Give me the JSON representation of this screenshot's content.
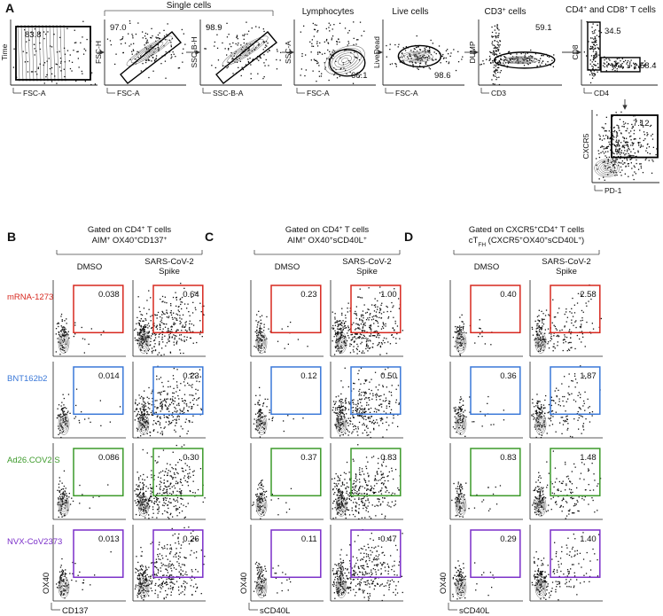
{
  "panel_a": {
    "letter": "A",
    "single_cells_label": "Single cells",
    "lymphocytes_label": "Lymphocytes",
    "live_cells_label": "Live cells",
    "cd3_label": "CD3",
    "cd3_label_sup": "+",
    "cd3_label_suffix": " cells",
    "cd4cd8_label_a": "CD4",
    "cd4cd8_label_sup1": "+",
    "cd4cd8_label_b": " and CD8",
    "cd4cd8_label_sup2": "+",
    "cd4cd8_label_c": " T cells",
    "plots": [
      {
        "x_axis": "FSC-A",
        "y_axis": "Time",
        "value": "83.8"
      },
      {
        "x_axis": "FSC-A",
        "y_axis": "FSC-H",
        "value": "97.0"
      },
      {
        "x_axis": "SSC-B-A",
        "y_axis": "SSC-B-H",
        "value": "98.9"
      },
      {
        "x_axis": "FSC-A",
        "y_axis": "SSC-A",
        "value": "66.1"
      },
      {
        "x_axis": "FSC-A",
        "y_axis": "LiveDead",
        "value": "98.6"
      },
      {
        "x_axis": "CD3",
        "y_axis": "DUMP",
        "value": "59.1"
      },
      {
        "x_axis": "CD4",
        "y_axis": "CD8",
        "value_top": "34.5",
        "value_right": "58.4"
      },
      {
        "x_axis": "PD-1",
        "y_axis": "CXCR5",
        "value": "7.12"
      }
    ]
  },
  "panels": [
    {
      "letter": "B",
      "title_line1": "Gated on CD4",
      "title_line1_sup": "+",
      "title_line1_suffix": " T cells",
      "title_line2": "AIM",
      "title_line2_sup": "+",
      "title_line2_mid": " OX40",
      "title_line2_sup2": "+",
      "title_line2_end": "CD137",
      "title_line2_sup3": "+",
      "col_dmso": "DMSO",
      "col_spike_1": "SARS-CoV-2",
      "col_spike_2": "Spike",
      "x_axis": "CD137",
      "y_axis": "OX40",
      "values_dmso": [
        "0.038",
        "0.014",
        "0.086",
        "0.013"
      ],
      "values_spike": [
        "0.64",
        "0.23",
        "0.30",
        "0.26"
      ]
    },
    {
      "letter": "C",
      "title_line1": "Gated on CD4",
      "title_line1_sup": "+",
      "title_line1_suffix": " T cells",
      "title_line2": "AIM",
      "title_line2_sup": "+",
      "title_line2_mid": " OX40",
      "title_line2_sup2": "+",
      "title_line2_end": "sCD40L",
      "title_line2_sup3": "+",
      "col_dmso": "DMSO",
      "col_spike_1": "SARS-CoV-2",
      "col_spike_2": "Spike",
      "x_axis": "sCD40L",
      "y_axis": "OX40",
      "values_dmso": [
        "0.23",
        "0.12",
        "0.37",
        "0.11"
      ],
      "values_spike": [
        "1.00",
        "0.50",
        "0.83",
        "0.47"
      ]
    },
    {
      "letter": "D",
      "title_line1": "Gated on CXCR5",
      "title_line1_sup": "+",
      "title_line1_suffix": "CD4",
      "title_line1_sup_b": "+",
      "title_line1_end": " T cells",
      "title_line2": "cT",
      "title_line2_sub": "FH",
      "title_line2_mid": " (CXCR5",
      "title_line2_sup2": "+",
      "title_line2_mid2": "OX40",
      "title_line2_sup3": "+",
      "title_line2_mid3": "sCD40L",
      "title_line2_sup4": "+",
      "title_line2_end": ")",
      "col_dmso": "DMSO",
      "col_spike_1": "SARS-CoV-2",
      "col_spike_2": "Spike",
      "x_axis": "sCD40L",
      "y_axis": "OX40",
      "values_dmso": [
        "0.40",
        "0.36",
        "0.83",
        "0.29"
      ],
      "values_spike": [
        "2.58",
        "1.87",
        "1.48",
        "1.40"
      ]
    }
  ],
  "vaccines": [
    {
      "label": "mRNA-1273",
      "color": "#d7281f"
    },
    {
      "label": "BNT162b2",
      "color": "#3a78d8"
    },
    {
      "label": "Ad26.COV2.S",
      "color": "#3c9a2a"
    },
    {
      "label": "NVX-CoV2373",
      "color": "#7b2fc9"
    }
  ]
}
